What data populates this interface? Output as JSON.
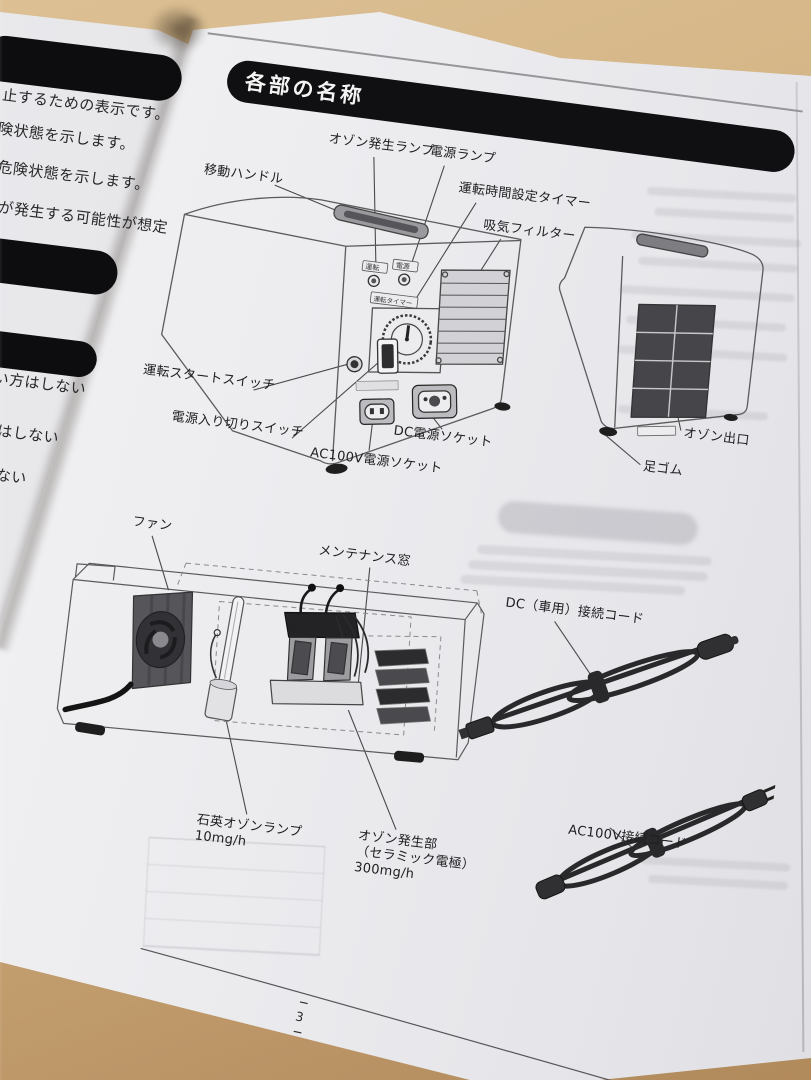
{
  "colors": {
    "wood": "#c9a878",
    "paper": "#ececef",
    "ink": "#141416"
  },
  "header": {
    "title": "各部の名称"
  },
  "footer": {
    "page_number": "− 3 −"
  },
  "left_page": {
    "fragments": [
      "止するための表示です。",
      "険状態を示します。",
      "危険状態を示します。",
      "が発生する可能性が想定",
      "い方はしない",
      "はしない",
      "ない"
    ]
  },
  "top_diagram": {
    "labels": {
      "handle": "移動ハンドル",
      "ozone_lamp": "オゾン発生ランプ",
      "power_lamp": "電源ランプ",
      "timer": "運転時間設定タイマー",
      "intake_filter": "吸気フィルター",
      "start_switch": "運転スタートスイッチ",
      "power_switch": "電源入り切りスイッチ",
      "dc_socket": "DC電源ソケット",
      "ac_socket": "AC100V電源ソケット",
      "ozone_outlet": "オゾン出口",
      "rubber_foot": "足ゴム"
    },
    "panel_marks": {
      "lamp1": "運転",
      "lamp2": "電源",
      "timer_box": "運転タイマー"
    }
  },
  "bottom_diagram": {
    "labels": {
      "fan": "ファン",
      "maintenance_window": "メンテナンス窓",
      "dc_cord": "DC（車用）接続コード",
      "ac_cord": "AC100V接続コード",
      "quartz_lamp": "石英オゾンランプ",
      "quartz_lamp_rate": "10mg/h",
      "ozone_generator": "オゾン発生部",
      "ozone_generator_detail": "（セラミック電極）",
      "ozone_generator_rate": "300mg/h"
    }
  }
}
